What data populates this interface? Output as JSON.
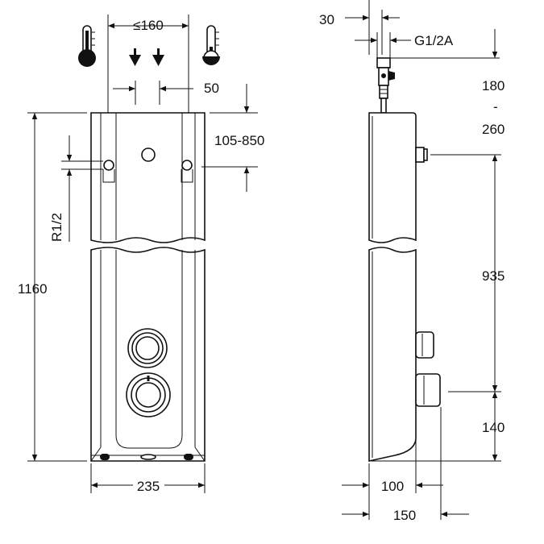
{
  "front_view": {
    "dim_width_top": "≤160",
    "dim_pipe_gap": "50",
    "dim_range": "105-850",
    "dim_thread": "R1/2",
    "dim_height": "1160",
    "dim_width_bottom": "235"
  },
  "side_view": {
    "dim_top_offset": "30",
    "dim_connection": "G1/2A",
    "dim_top_range_a": "180",
    "dim_top_range_sep": "-",
    "dim_top_range_b": "260",
    "dim_mid": "935",
    "dim_bottom": "140",
    "dim_depth_a": "100",
    "dim_depth_b": "150"
  },
  "icons": {
    "hot": "thermometer-hot-icon",
    "cold": "thermometer-cold-icon",
    "flow": "arrow-down-icon"
  }
}
